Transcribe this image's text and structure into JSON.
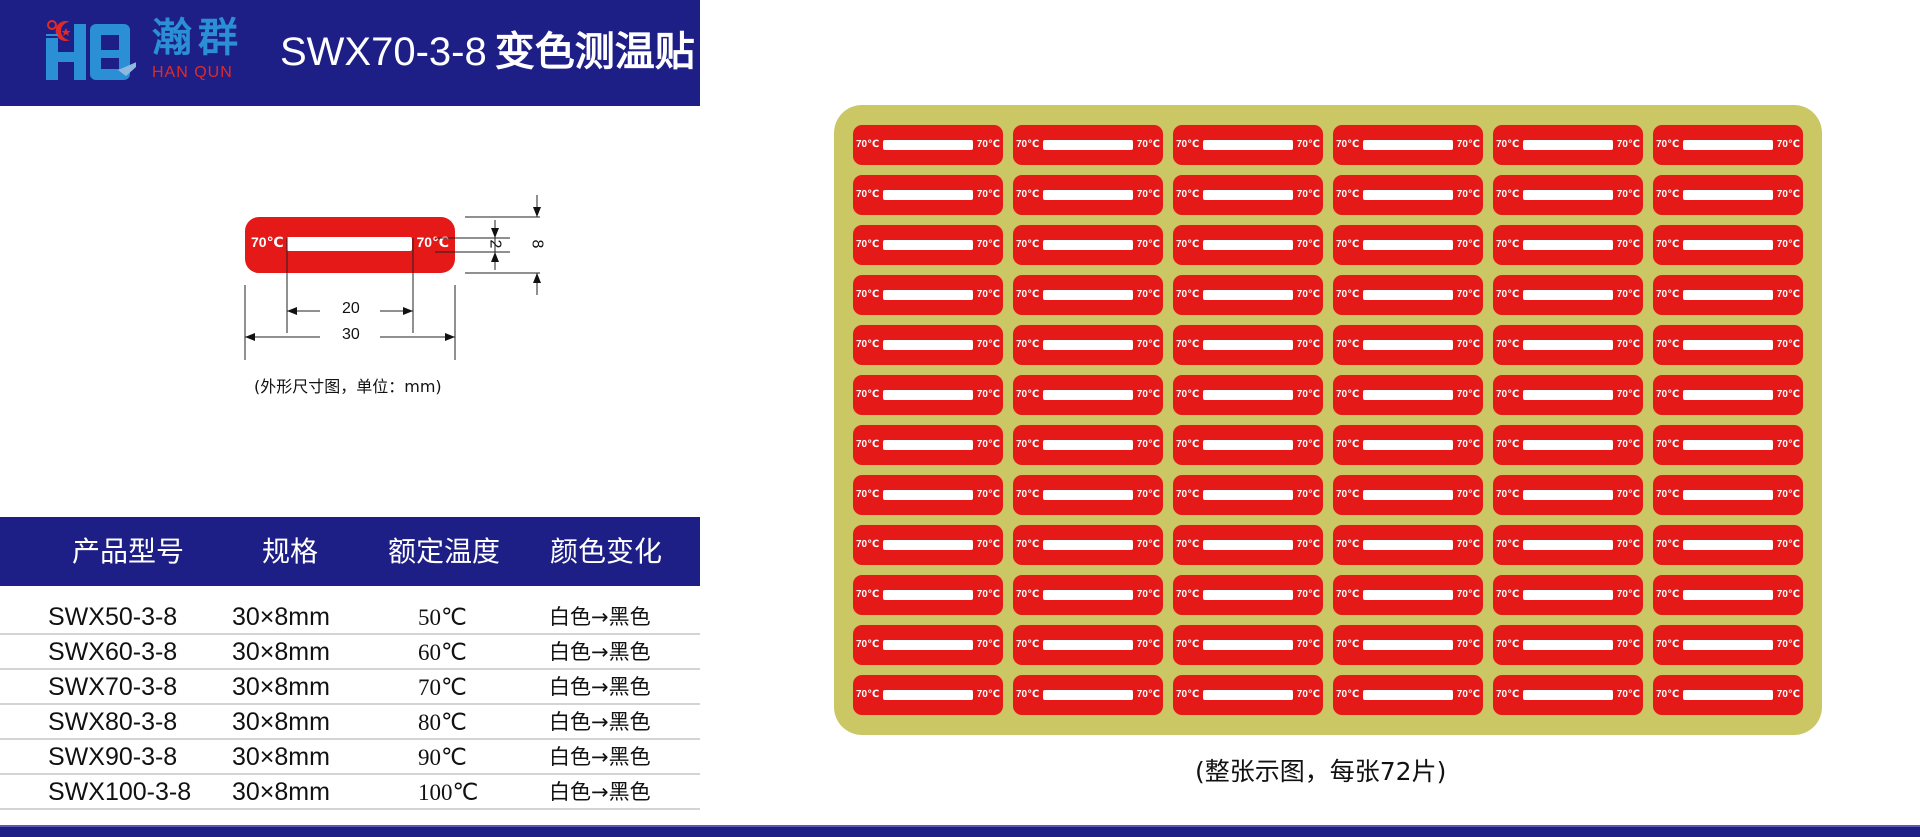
{
  "header": {
    "logo": {
      "cn": "瀚群",
      "en": "HAN QUN",
      "mark": "HQ",
      "mark_symbol": "°C"
    },
    "title_model": "SWX70-3-8",
    "title_cn": "变色测温贴",
    "colors": {
      "bar": "#1e1f86",
      "logo_blue": "#2b8fd6",
      "logo_red": "#e02a2a"
    }
  },
  "drawing": {
    "label_left": "70℃",
    "label_right": "70℃",
    "dim_inner_width": "20",
    "dim_outer_width": "30",
    "dim_bar_height": "2",
    "dim_outer_height": "8",
    "caption": "(外形尺寸图，单位：mm)",
    "label_color": "#e61919"
  },
  "table": {
    "headers": [
      "产品型号",
      "规格",
      "额定温度",
      "颜色变化"
    ],
    "rows": [
      {
        "model": "SWX50-3-8",
        "spec": "30×8mm",
        "temp": "50℃",
        "color_change": "白色→黑色"
      },
      {
        "model": "SWX60-3-8",
        "spec": "30×8mm",
        "temp": "60℃",
        "color_change": "白色→黑色"
      },
      {
        "model": "SWX70-3-8",
        "spec": "30×8mm",
        "temp": "70℃",
        "color_change": "白色→黑色"
      },
      {
        "model": "SWX80-3-8",
        "spec": "30×8mm",
        "temp": "80℃",
        "color_change": "白色→黑色"
      },
      {
        "model": "SWX90-3-8",
        "spec": "30×8mm",
        "temp": "90℃",
        "color_change": "白色→黑色"
      },
      {
        "model": "SWX100-3-8",
        "spec": "30×8mm",
        "temp": "100℃",
        "color_change": "白色→黑色"
      }
    ]
  },
  "sheet": {
    "columns": 6,
    "rows": 12,
    "label_text": "70℃",
    "background_color": "#cbc764",
    "caption": "(整张示图，每张72片)"
  }
}
